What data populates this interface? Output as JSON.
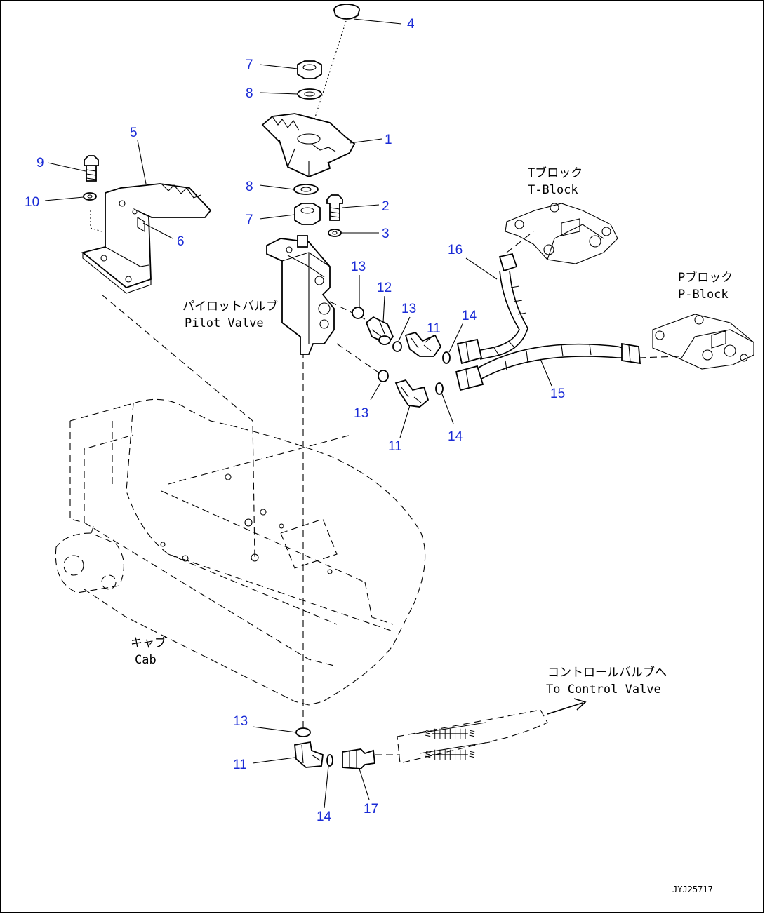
{
  "diagram": {
    "drawing_code": "JYJ25717",
    "callouts": [
      "1",
      "2",
      "3",
      "4",
      "5",
      "6",
      "7",
      "8",
      "9",
      "10",
      "11",
      "12",
      "13",
      "14",
      "15",
      "16",
      "17"
    ],
    "labels": {
      "t_block_jp": "Tブロック",
      "t_block_en": "T-Block",
      "p_block_jp": "Pブロック",
      "p_block_en": "P-Block",
      "pilot_valve_jp": "パイロットバルブ",
      "pilot_valve_en": "Pilot Valve",
      "cab_jp": "キャブ",
      "cab_en": "Cab",
      "control_valve_jp": "コントロールバルブへ",
      "control_valve_en": "To Control Valve"
    },
    "colors": {
      "callout": "#1a2bd6",
      "line": "#000000",
      "background": "#ffffff"
    }
  }
}
